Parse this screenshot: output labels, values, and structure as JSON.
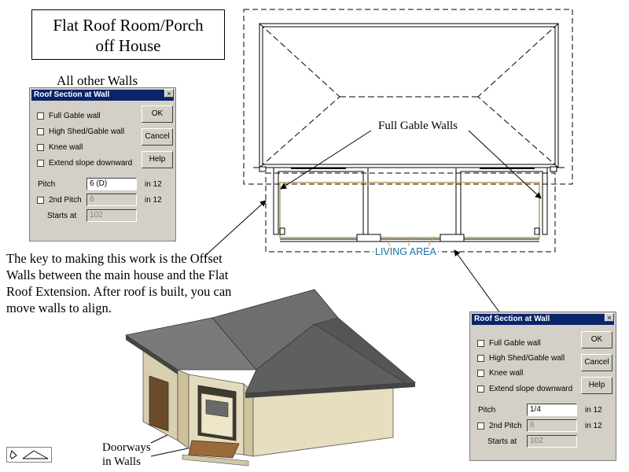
{
  "title": {
    "line1": "Flat Roof Room/Porch",
    "line2": "off House"
  },
  "all_walls_caption": "All other Walls",
  "full_gable_caption": "Full Gable Walls",
  "living_area_label": "LIVING AREA",
  "key_text": "The key to making this work is the Offset Walls between the main house and the Flat Roof Extension. After roof is built, you can move walls to align.",
  "doorways_caption": {
    "line1": "Doorways",
    "line2": "in Walls"
  },
  "dialog_left": {
    "title": "Roof Section at Wall",
    "close_symbol": "×",
    "checkboxes": [
      "Full Gable wall",
      "High Shed/Gable wall",
      "Knee wall",
      "Extend slope downward"
    ],
    "buttons": [
      "OK",
      "Cancel",
      "Help"
    ],
    "pitch_label": "Pitch",
    "pitch_value": "6 (D)",
    "pitch_unit": "in 12",
    "pitch2_label": "2nd Pitch",
    "pitch2_value": "6",
    "pitch2_unit": "in 12",
    "starts_label": "Starts at",
    "starts_value": "102"
  },
  "dialog_right": {
    "title": "Roof Section at Wall",
    "close_symbol": "×",
    "checkboxes": [
      "Full Gable wall",
      "High Shed/Gable wall",
      "Knee wall",
      "Extend slope downward"
    ],
    "buttons": [
      "OK",
      "Cancel",
      "Help"
    ],
    "pitch_label": "Pitch",
    "pitch_value": "1/4",
    "pitch_unit": "in 12",
    "pitch2_label": "2nd Pitch",
    "pitch2_value": "6",
    "pitch2_unit": "in 12",
    "starts_label": "Starts at",
    "starts_value": "102"
  },
  "colors": {
    "wall_line": "#b8a05a",
    "living_area": "#1c6fa0",
    "roof": "#6f6f6f",
    "stucco": "#e9e0c4",
    "floor": "#9a6a3a"
  }
}
